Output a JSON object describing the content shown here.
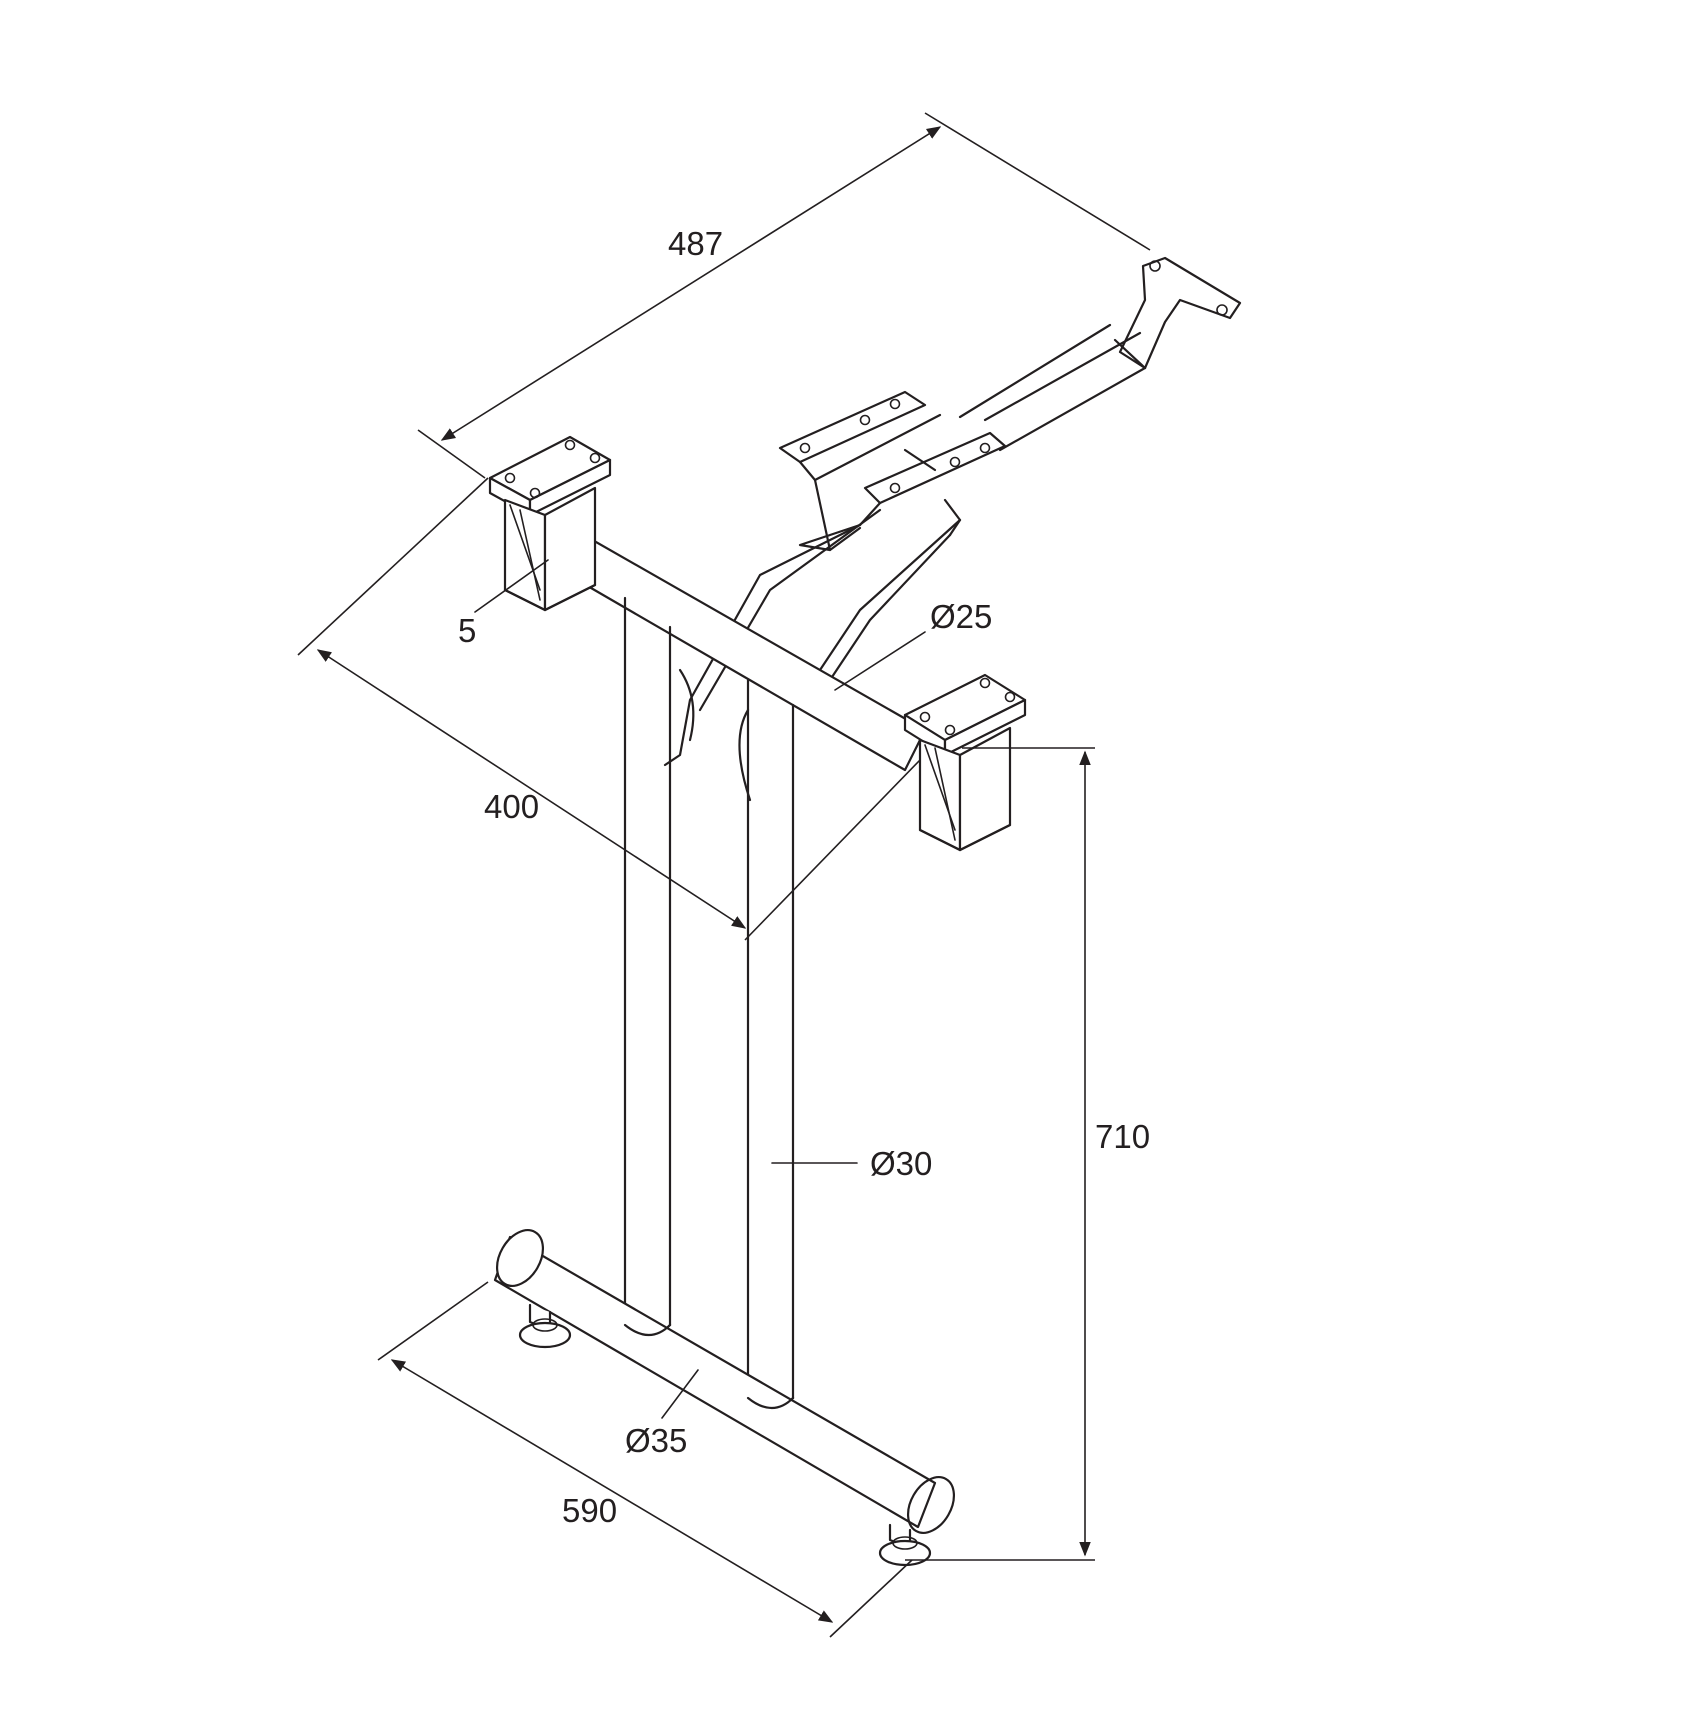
{
  "drawing": {
    "subject": "table leg frame",
    "dimensions": {
      "top_frame_length": "487",
      "plate_thickness": "5",
      "top_cross_tube_diameter": "Ø25",
      "depth": "400",
      "height": "710",
      "column_diameter": "Ø30",
      "foot_tube_diameter": "Ø35",
      "foot_length": "590"
    },
    "colors": {
      "line": "#231f20",
      "background": "#ffffff"
    }
  }
}
